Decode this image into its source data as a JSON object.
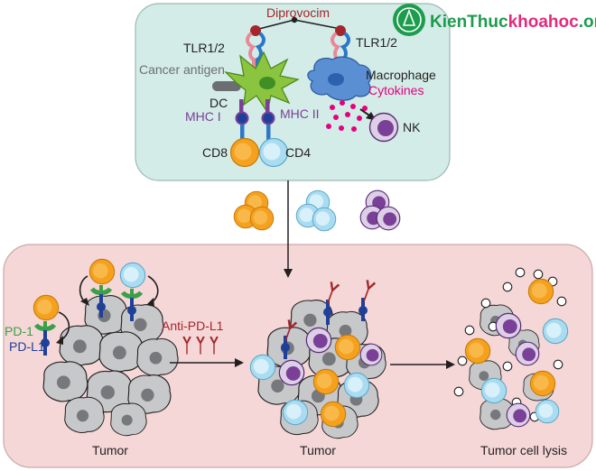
{
  "colors": {
    "top_panel_fill": "#d3ece7",
    "top_panel_stroke": "#9bb9b3",
    "bottom_panel_fill": "#f4d7d6",
    "bottom_panel_stroke": "#c9a9a8",
    "cd8_orange": "#f5a11d",
    "cd4_light_blue": "#a9dcf1",
    "nk_purple": "#7a3f97",
    "dc_green": "#8bc53f",
    "macrophage_blue": "#5b8fd3",
    "tumor_gray": "#c7c8ca",
    "receptor_red": "#a4262c",
    "receptor_blue": "#1f3f99",
    "pd1_green": "#3aa048",
    "cytokine_magenta": "#e6007e",
    "watermark_green": "#1c9c4d",
    "watermark_pink": "#e5297d"
  },
  "icons": [
    "tlr-receptor-icon",
    "antibody-icon",
    "t-cell-icon",
    "nk-cell-icon",
    "dendritic-cell-icon",
    "macrophage-icon",
    "tumor-cell-icon",
    "watermark-logo"
  ],
  "labels": {
    "diprovocim": "Diprovocim",
    "tlr_left": "TLR1/2",
    "tlr_right": "TLR1/2",
    "cancer_antigen": "Cancer antigen",
    "dc": "DC",
    "mhc1": "MHC I",
    "mhc2": "MHC II",
    "macrophage": "Macrophage",
    "cytokines": "Cytokines",
    "nk": "NK",
    "cd8": "CD8",
    "cd4": "CD4",
    "pd1": "PD-1",
    "pdl1": "PD-L1",
    "anti_pdl1": "Anti-PD-L1",
    "tumor_left": "Tumor",
    "tumor_middle": "Tumor",
    "tumor_lysis": "Tumor cell lysis"
  },
  "watermark": {
    "part1": "KienThuc",
    "part2": "khoahoc",
    "part3": ".org"
  }
}
